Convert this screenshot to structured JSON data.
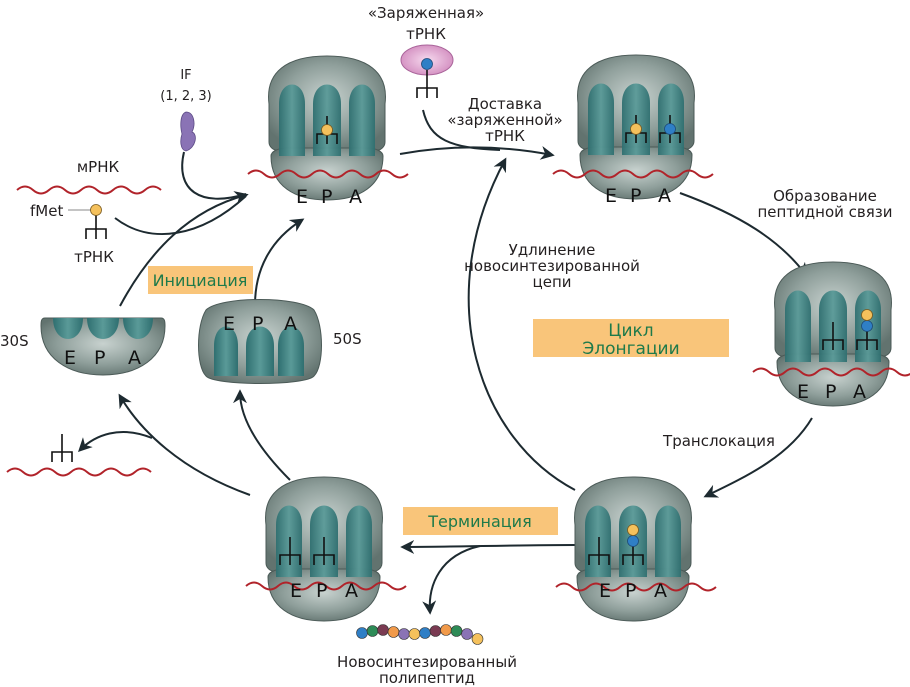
{
  "diagram": {
    "title": "Цикл трансляции (синтез белка)",
    "colors": {
      "ribosome": "#8a9a96",
      "ribosome_dark": "#5f706c",
      "site_pocket": "#3f7f80",
      "mrna": "#b1232a",
      "arrow": "#1d2a30",
      "stage_box": "#f9c57a",
      "stage_text": "#1e7a4a",
      "amino_yellow": "#f5c15c",
      "amino_blue": "#2f7fc6",
      "ef_tu": "#d996c6",
      "if_factor": "#8a73b5"
    },
    "labels": {
      "charged_trna_title": "«Заряженная»",
      "charged_trna_sub": "тРНК",
      "if_label": "IF",
      "if_numbers": "(1, 2, 3)",
      "mrna": "мРНК",
      "fmet": "fMet",
      "trna": "тРНК",
      "delivery_1": "Доставка",
      "delivery_2": "«заряженной»",
      "delivery_3": "тРНК",
      "peptide_bond_1": "Образование",
      "peptide_bond_2": "пептидной связи",
      "elongation_growth_1": "Удлинение",
      "elongation_growth_2": "новосинтезированной",
      "elongation_growth_3": "цепи",
      "translocation": "Транслокация",
      "polypeptide_1": "Новосинтезированный",
      "polypeptide_2": "полипептид",
      "subunit_30s": "30S",
      "subunit_50s": "50S"
    },
    "stages": {
      "initiation": "Инициация",
      "elongation_1": "Цикл",
      "elongation_2": "Элонгации",
      "termination": "Терминация"
    },
    "sites": [
      "E",
      "P",
      "A"
    ],
    "polypeptide_beads": [
      "#2f7fc6",
      "#2e8b57",
      "#7a3b52",
      "#f19a4a",
      "#8a73b5",
      "#f5c15c",
      "#2f7fc6",
      "#7a3b52",
      "#f19a4a",
      "#2e8b57",
      "#8a73b5",
      "#f5c15c"
    ]
  }
}
